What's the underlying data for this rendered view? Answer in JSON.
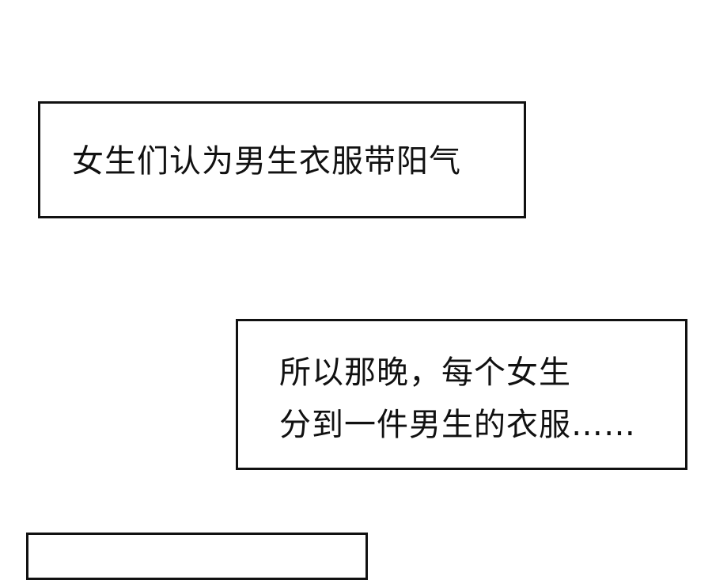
{
  "captions": [
    {
      "lines": [
        "女生们认为男生衣服带阳气"
      ]
    },
    {
      "lines": [
        "所以那晚，每个女生",
        "分到一件男生的衣服……"
      ]
    },
    {
      "lines": []
    }
  ]
}
